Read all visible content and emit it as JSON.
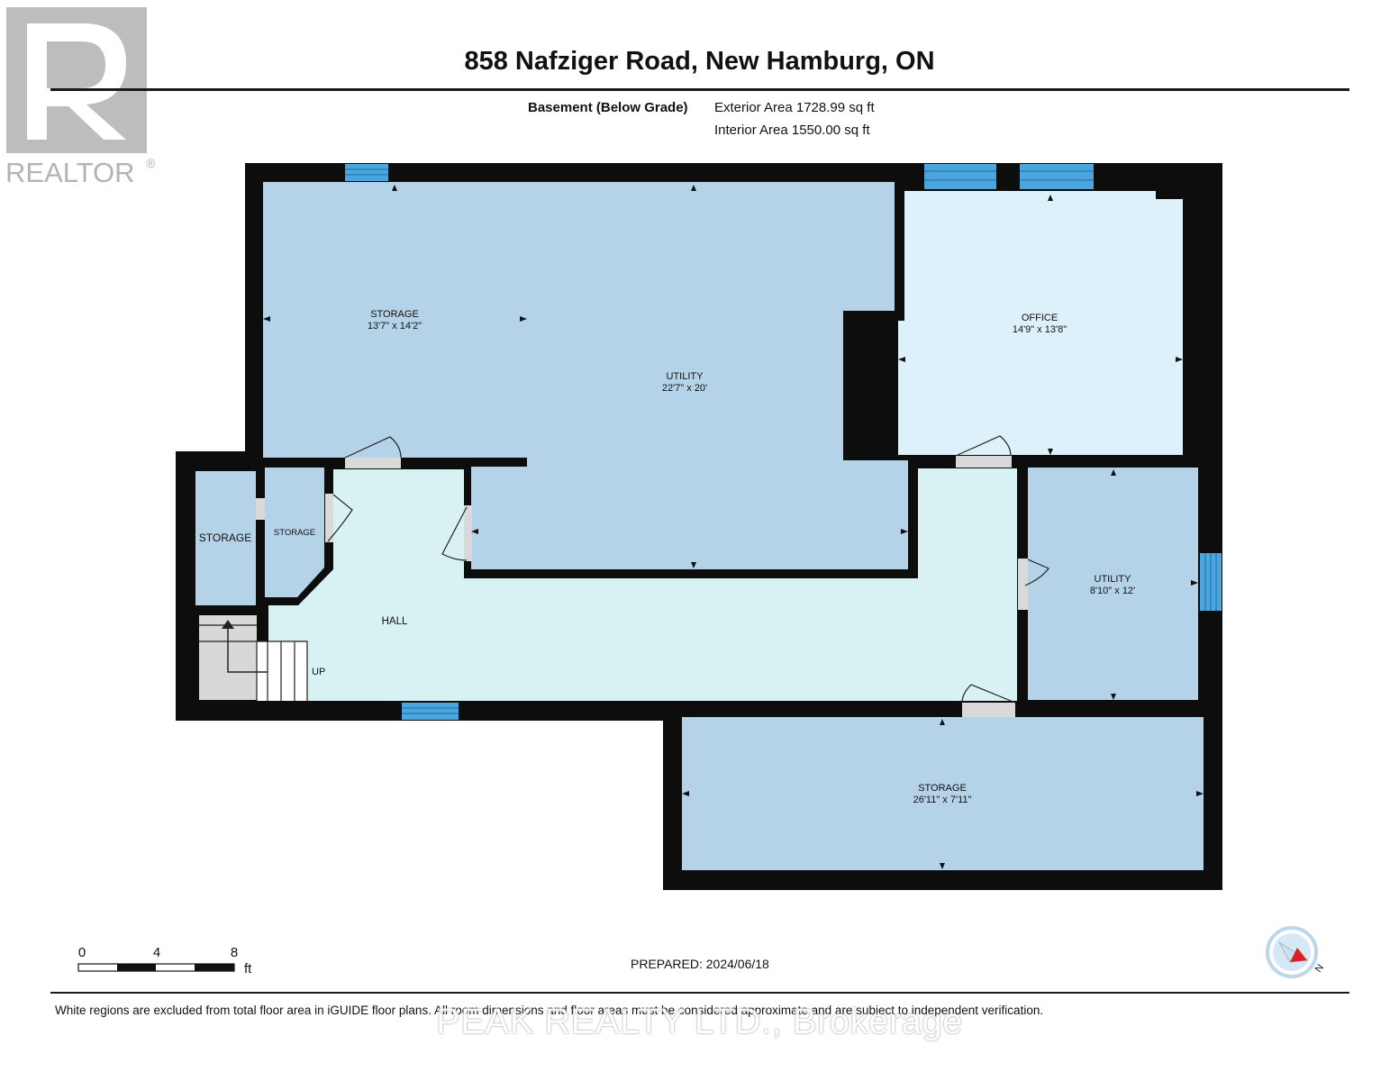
{
  "header": {
    "title": "858 Nafziger Road, New Hamburg, ON",
    "level": "Basement (Below Grade)",
    "exterior_area": "Exterior Area 1728.99 sq ft",
    "interior_area": "Interior Area 1550.00 sq ft"
  },
  "logo": {
    "text": "REALTOR",
    "mark": "®"
  },
  "rooms": {
    "storage_nw": {
      "name": "STORAGE",
      "dims": "13'7\" x 14'2\""
    },
    "utility_main": {
      "name": "UTILITY",
      "dims": "22'7\" x 20'"
    },
    "office": {
      "name": "OFFICE",
      "dims": "14'9\" x 13'8\""
    },
    "storage_left": {
      "name": "STORAGE"
    },
    "storage_small": {
      "name": "STORAGE"
    },
    "hall": {
      "name": "HALL"
    },
    "stairs": {
      "label": "UP"
    },
    "utility_east": {
      "name": "UTILITY",
      "dims": "8'10\" x 12'"
    },
    "storage_south": {
      "name": "STORAGE",
      "dims": "26'11\" x 7'11\""
    }
  },
  "scale": {
    "labels": [
      "0",
      "4",
      "8"
    ],
    "unit": "ft"
  },
  "prepared": "PREPARED: 2024/06/18",
  "compass_label": "N",
  "disclaimer": "White regions are excluded from total floor area in iGUIDE floor plans. All room dimensions and floor areas must be considered approximate and are subject to independent verification.",
  "watermark": "PEAK REALTY LTD., Brokerage",
  "colors": {
    "wall": "#0d0d0d",
    "room_blue": "#b5d3e8",
    "office_blue": "#ddf1fb",
    "hall": "#d8f1f2",
    "window": "#4aa6dc",
    "door_gap": "#d9d9d9"
  }
}
